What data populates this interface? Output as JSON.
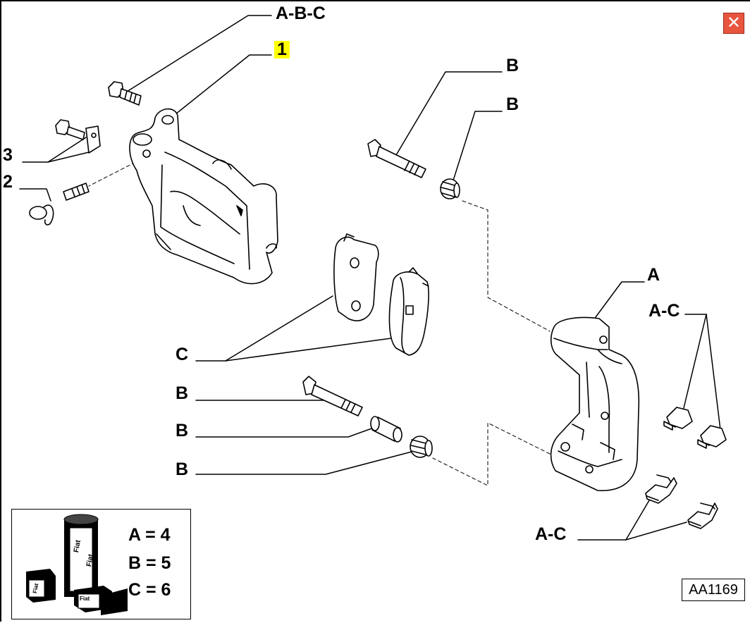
{
  "diagram": {
    "labels": {
      "abc_top": "A-B-C",
      "part_1": "1",
      "part_3": "3",
      "part_2": "2",
      "b_pin_upper": "B",
      "b_spring_upper": "B",
      "a_carrier": "A",
      "ac_clips_upper": "A-C",
      "c_pads": "C",
      "b_pin_lower": "B",
      "b_bush_lower": "B",
      "b_spring_lower": "B",
      "ac_clips_lower": "A-C"
    },
    "highlight_color": "#ffff00"
  },
  "legend": {
    "rows": [
      "A = 4",
      "B = 5",
      "C = 6"
    ],
    "brand_marks": [
      "Fiat",
      "Fiat",
      "Fiat",
      "Fiat"
    ]
  },
  "reference_code": "AA1169",
  "close_icon": "close-icon",
  "close_color": "#e8553f"
}
